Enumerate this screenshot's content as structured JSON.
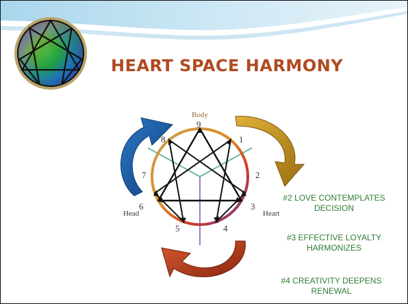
{
  "slide": {
    "title": "HEART SPACE HARMONY"
  },
  "diagram": {
    "centers": {
      "body": "Body",
      "head": "Head",
      "heart": "Heart"
    },
    "points": [
      "9",
      "1",
      "2",
      "3",
      "4",
      "5",
      "6",
      "7",
      "8"
    ]
  },
  "notes": [
    {
      "line1": "#2 LOVE CONTEMPLATES",
      "line2": "DECISION"
    },
    {
      "line1": "#3 EFFECTIVE LOYALTY",
      "line2": "HARMONIZES"
    },
    {
      "line1": "#4 CREATIVITY DEEPENS",
      "line2": "RENEWAL"
    }
  ],
  "colors": {
    "title": "#b04a21",
    "note_text": "#2e7d32",
    "arrow_blue": "#1f5fa8",
    "arrow_gold": "#c9971a",
    "arrow_red": "#b13a1b"
  }
}
